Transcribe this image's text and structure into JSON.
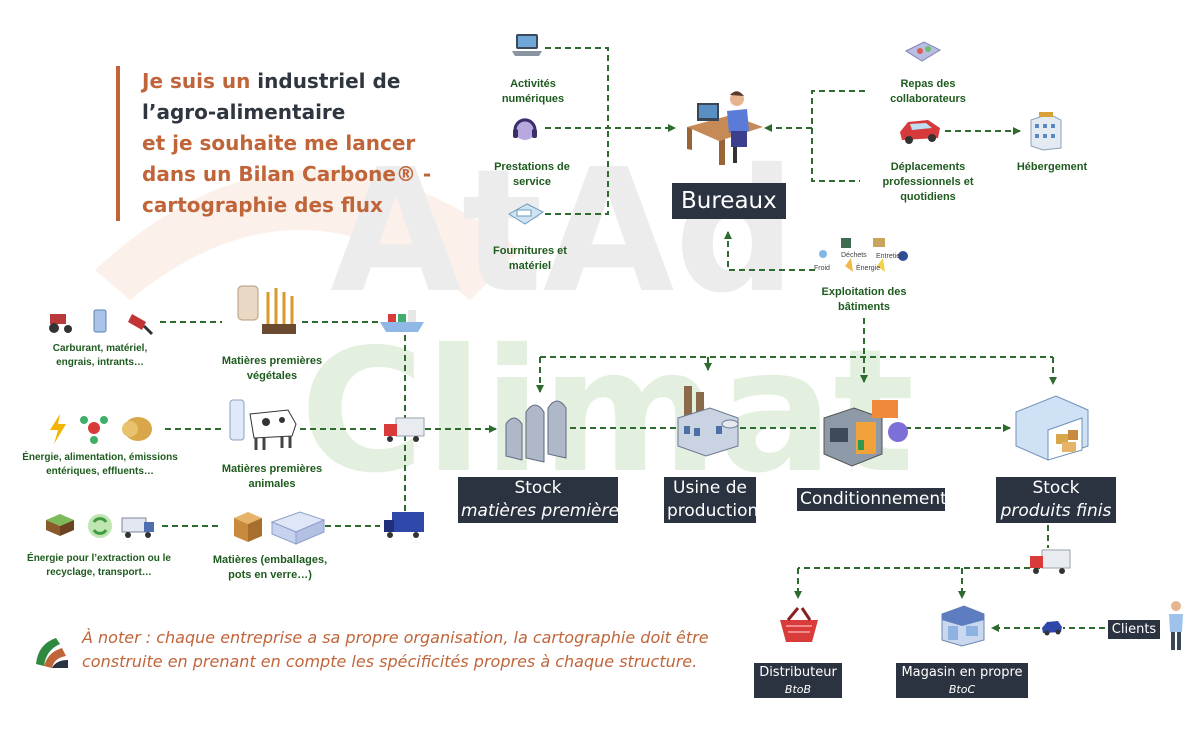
{
  "title": {
    "part1": "Je suis un ",
    "part2": "industriel de l’agro-alimentaire",
    "part3": "et je souhaite me lancer dans un Bilan Carbone® - cartographie des flux"
  },
  "watermark": {
    "line1": "AtAd",
    "line2": "Climat"
  },
  "offices": {
    "title": "Bureaux",
    "digital": "Activités numériques",
    "services": "Prestations de service",
    "supplies": "Fournitures et matériel",
    "meals": "Repas des collaborateurs",
    "travel": "Déplacements professionnels et quotidiens",
    "lodging": "Hébergement",
    "buildings": "Exploitation des bâtiments",
    "cold": "Froid",
    "waste": "Déchets",
    "maintenance": "Entretien",
    "energy": "Énergie"
  },
  "inputs": {
    "fuel": "Carburant, matériel, engrais, intrants…",
    "plant": "Matières premières végétales",
    "energy": "Énergie, alimentation, émissions entériques, effluents…",
    "animal": "Matières premières animales",
    "extraction": "Énergie pour l’extraction ou le recyclage, transport…",
    "packaging": "Matières (emballages, pots en verre…)"
  },
  "chain": {
    "stock_raw": "Stock",
    "stock_raw_sub": "matières premières",
    "factory_1": "Usine de",
    "factory_2": "production",
    "packing": "Conditionnement",
    "stock_fin": "Stock",
    "stock_fin_sub": "produits finis"
  },
  "sales": {
    "distributor": "Distributeur",
    "distributor_sub": "BtoB",
    "store": "Magasin en propre",
    "store_sub": "BtoC",
    "clients": "Clients"
  },
  "note": {
    "line1": "À noter : chaque entreprise a sa propre organisation, la cartographie doit être",
    "line2": "construite en prenant en compte les spécificités propres à chaque structure."
  },
  "colors": {
    "accent": "#c0653a",
    "flow": "#2e6b2e",
    "text_green": "#1e5b1e",
    "tag_bg": "#2b3240"
  }
}
